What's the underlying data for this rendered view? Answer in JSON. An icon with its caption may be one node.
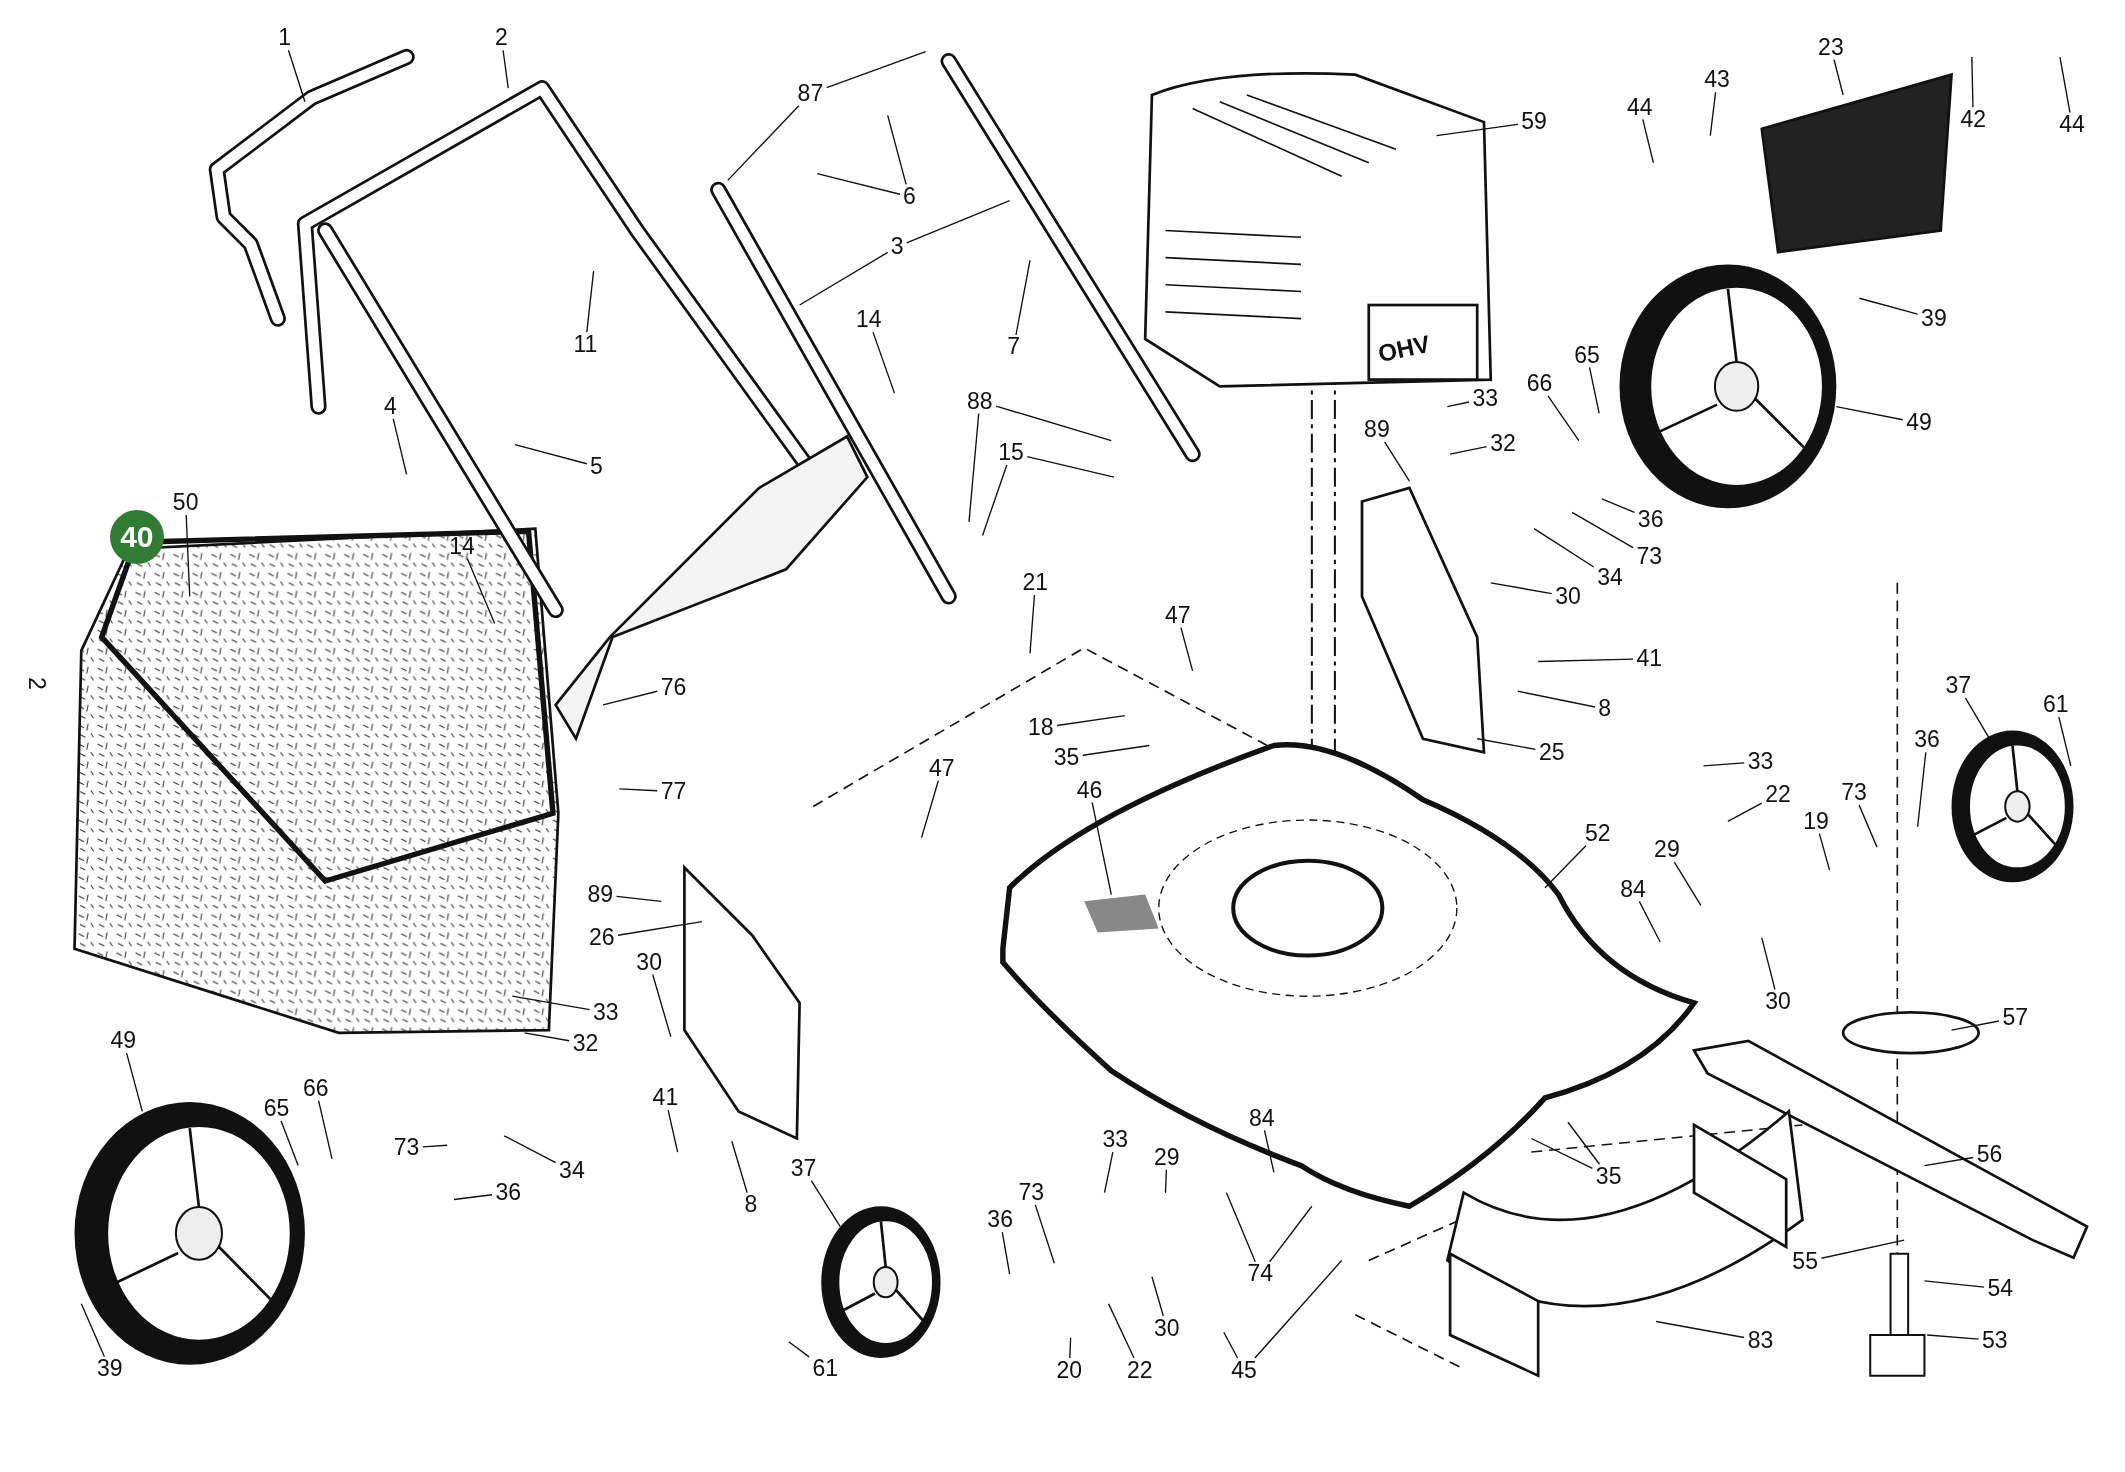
{
  "diagram": {
    "nodes": [
      {
        "text": [
          "1"
        ]
      },
      {
        "text": [
          "2"
        ]
      },
      {
        "text": [
          "87"
        ]
      },
      {
        "text": [
          "6"
        ]
      },
      {
        "text": [
          "3"
        ]
      },
      {
        "text": [
          "7"
        ]
      },
      {
        "text": [
          "11"
        ]
      },
      {
        "text": [
          "14"
        ]
      },
      {
        "text": [
          "4"
        ]
      },
      {
        "text": [
          "5"
        ]
      },
      {
        "text": [
          "88"
        ]
      },
      {
        "text": [
          "15"
        ]
      },
      {
        "text": [
          "50"
        ]
      },
      {
        "text": [
          "40"
        ]
      },
      {
        "text": [
          "14"
        ]
      },
      {
        "text": [
          "21"
        ]
      },
      {
        "text": [
          "47"
        ]
      },
      {
        "text": [
          "76"
        ]
      },
      {
        "text": [
          "18"
        ]
      },
      {
        "text": [
          "35"
        ]
      },
      {
        "text": [
          "47"
        ]
      },
      {
        "text": [
          "77"
        ]
      },
      {
        "text": [
          "46"
        ]
      },
      {
        "text": [
          "59"
        ]
      },
      {
        "text": [
          "44"
        ]
      },
      {
        "text": [
          "43"
        ]
      },
      {
        "text": [
          "23"
        ]
      },
      {
        "text": [
          "42"
        ]
      },
      {
        "text": [
          "44"
        ]
      },
      {
        "text": [
          "39"
        ]
      },
      {
        "text": [
          "65"
        ]
      },
      {
        "text": [
          "66"
        ]
      },
      {
        "text": [
          "33"
        ]
      },
      {
        "text": [
          "49"
        ]
      },
      {
        "text": [
          "89"
        ]
      },
      {
        "text": [
          "32"
        ]
      },
      {
        "text": [
          "36"
        ]
      },
      {
        "text": [
          "73"
        ]
      },
      {
        "text": [
          "34"
        ]
      },
      {
        "text": [
          "30"
        ]
      },
      {
        "text": [
          "41"
        ]
      },
      {
        "text": [
          "8"
        ]
      },
      {
        "text": [
          "25"
        ]
      },
      {
        "text": [
          "37"
        ]
      },
      {
        "text": [
          "61"
        ]
      },
      {
        "text": [
          "36"
        ]
      },
      {
        "text": [
          "33"
        ]
      },
      {
        "text": [
          "22"
        ]
      },
      {
        "text": [
          "73"
        ]
      },
      {
        "text": [
          "19"
        ]
      },
      {
        "text": [
          "52"
        ]
      },
      {
        "text": [
          "29"
        ]
      },
      {
        "text": [
          "84"
        ]
      },
      {
        "text": [
          "89"
        ]
      },
      {
        "text": [
          "26"
        ]
      },
      {
        "text": [
          "30"
        ]
      },
      {
        "text": [
          "30"
        ]
      },
      {
        "text": [
          "33"
        ]
      },
      {
        "text": [
          "57"
        ]
      },
      {
        "text": [
          "49"
        ]
      },
      {
        "text": [
          "32"
        ]
      },
      {
        "text": [
          "65"
        ]
      },
      {
        "text": [
          "66"
        ]
      },
      {
        "text": [
          "41"
        ]
      },
      {
        "text": [
          "33"
        ]
      },
      {
        "text": [
          "84"
        ]
      },
      {
        "text": [
          "73"
        ]
      },
      {
        "text": [
          "56"
        ]
      },
      {
        "text": [
          "29"
        ]
      },
      {
        "text": [
          "37"
        ]
      },
      {
        "text": [
          "34"
        ]
      },
      {
        "text": [
          "35"
        ]
      },
      {
        "text": [
          "36"
        ]
      },
      {
        "text": [
          "8"
        ]
      },
      {
        "text": [
          "73"
        ]
      },
      {
        "text": [
          "36"
        ]
      },
      {
        "text": [
          "55"
        ]
      },
      {
        "text": [
          "74"
        ]
      },
      {
        "text": [
          "54"
        ]
      },
      {
        "text": [
          "30"
        ]
      },
      {
        "text": [
          "53"
        ]
      },
      {
        "text": [
          "83"
        ]
      },
      {
        "text": [
          "39"
        ]
      },
      {
        "text": [
          "61"
        ]
      },
      {
        "text": [
          "20"
        ]
      },
      {
        "text": [
          "22"
        ]
      },
      {
        "text": [
          "45"
        ]
      }
    ],
    "edges": [
      {
        "from": 0,
        "to": null,
        "arrow": "none"
      },
      {
        "from": 1,
        "to": null,
        "arrow": "none"
      },
      {
        "from": 2,
        "to": null,
        "arrow": "none"
      },
      {
        "from": 2,
        "to": null,
        "arrow": "none"
      },
      {
        "from": 3,
        "to": null,
        "arrow": "none"
      },
      {
        "from": 3,
        "to": null,
        "arrow": "none"
      },
      {
        "from": 4,
        "to": null,
        "arrow": "none"
      },
      {
        "from": 4,
        "to": null,
        "arrow": "none"
      },
      {
        "from": 5,
        "to": null,
        "arrow": "none"
      },
      {
        "from": 6,
        "to": null,
        "arrow": "none"
      },
      {
        "from": 7,
        "to": null,
        "arrow": "none"
      },
      {
        "from": 8,
        "to": null,
        "arrow": "none"
      },
      {
        "from": 9,
        "to": null,
        "arrow": "none"
      },
      {
        "from": 10,
        "to": null,
        "arrow": "none"
      },
      {
        "from": 10,
        "to": null,
        "arrow": "none"
      },
      {
        "from": 11,
        "to": null,
        "arrow": "none"
      },
      {
        "from": 11,
        "to": null,
        "arrow": "none"
      },
      {
        "from": 12,
        "to": null,
        "arrow": "none"
      },
      {
        "from": 14,
        "to": null,
        "arrow": "none"
      },
      {
        "from": 15,
        "to": null,
        "arrow": "none"
      },
      {
        "from": 16,
        "to": null,
        "arrow": "none"
      },
      {
        "from": 17,
        "to": null,
        "arrow": "none"
      },
      {
        "from": 18,
        "to": null,
        "arrow": "none"
      },
      {
        "from": 19,
        "to": null,
        "arrow": "none"
      },
      {
        "from": 20,
        "to": null,
        "arrow": "none"
      },
      {
        "from": 21,
        "to": null,
        "arrow": "none"
      },
      {
        "from": 22,
        "to": null,
        "arrow": "none"
      },
      {
        "from": 23,
        "to": null,
        "arrow": "none"
      },
      {
        "from": 24,
        "to": null,
        "arrow": "none"
      },
      {
        "from": 25,
        "to": null,
        "arrow": "none"
      },
      {
        "from": 26,
        "to": null,
        "arrow": "none"
      },
      {
        "from": 27,
        "to": null,
        "arrow": "none"
      },
      {
        "from": 28,
        "to": null,
        "arrow": "none"
      },
      {
        "from": 29,
        "to": null,
        "arrow": "none"
      },
      {
        "from": 30,
        "to": null,
        "arrow": "none"
      },
      {
        "from": 31,
        "to": null,
        "arrow": "none"
      },
      {
        "from": 32,
        "to": null,
        "arrow": "none"
      },
      {
        "from": 33,
        "to": null,
        "arrow": "none"
      },
      {
        "from": 34,
        "to": null,
        "arrow": "none"
      },
      {
        "from": 35,
        "to": null,
        "arrow": "none"
      },
      {
        "from": 36,
        "to": null,
        "arrow": "none"
      },
      {
        "from": 37,
        "to": null,
        "arrow": "none"
      },
      {
        "from": 38,
        "to": null,
        "arrow": "none"
      },
      {
        "from": 39,
        "to": null,
        "arrow": "none"
      },
      {
        "from": 40,
        "to": null,
        "arrow": "none"
      },
      {
        "from": 41,
        "to": null,
        "arrow": "none"
      },
      {
        "from": 42,
        "to": null,
        "arrow": "none"
      },
      {
        "from": 43,
        "to": null,
        "arrow": "none"
      },
      {
        "from": 44,
        "to": null,
        "arrow": "none"
      },
      {
        "from": 45,
        "to": null,
        "arrow": "none"
      },
      {
        "from": 46,
        "to": null,
        "arrow": "none"
      },
      {
        "from": 47,
        "to": null,
        "arrow": "none"
      },
      {
        "from": 48,
        "to": null,
        "arrow": "none"
      },
      {
        "from": 49,
        "to": null,
        "arrow": "none"
      },
      {
        "from": 50,
        "to": null,
        "arrow": "none"
      },
      {
        "from": 51,
        "to": null,
        "arrow": "none"
      },
      {
        "from": 52,
        "to": null,
        "arrow": "none"
      },
      {
        "from": 53,
        "to": null,
        "arrow": "none"
      },
      {
        "from": 54,
        "to": null,
        "arrow": "none"
      },
      {
        "from": 55,
        "to": null,
        "arrow": "none"
      },
      {
        "from": 56,
        "to": null,
        "arrow": "none"
      },
      {
        "from": 57,
        "to": null,
        "arrow": "none"
      },
      {
        "from": 58,
        "to": null,
        "arrow": "none"
      },
      {
        "from": 59,
        "to": null,
        "arrow": "none"
      },
      {
        "from": 60,
        "to": null,
        "arrow": "none"
      },
      {
        "from": 61,
        "to": null,
        "arrow": "none"
      },
      {
        "from": 62,
        "to": null,
        "arrow": "none"
      },
      {
        "from": 63,
        "to": null,
        "arrow": "none"
      },
      {
        "from": 64,
        "to": null,
        "arrow": "none"
      },
      {
        "from": 65,
        "to": null,
        "arrow": "none"
      },
      {
        "from": 66,
        "to": null,
        "arrow": "none"
      },
      {
        "from": 67,
        "to": null,
        "arrow": "none"
      },
      {
        "from": 68,
        "to": null,
        "arrow": "none"
      },
      {
        "from": 69,
        "to": null,
        "arrow": "none"
      },
      {
        "from": 70,
        "to": null,
        "arrow": "none"
      },
      {
        "from": 71,
        "to": null,
        "arrow": "none"
      },
      {
        "from": 71,
        "to": null,
        "arrow": "none"
      },
      {
        "from": 72,
        "to": null,
        "arrow": "none"
      },
      {
        "from": 73,
        "to": null,
        "arrow": "none"
      },
      {
        "from": 74,
        "to": null,
        "arrow": "none"
      },
      {
        "from": 75,
        "to": null,
        "arrow": "none"
      },
      {
        "from": 76,
        "to": null,
        "arrow": "none"
      },
      {
        "from": 77,
        "to": null,
        "arrow": "none"
      },
      {
        "from": 77,
        "to": null,
        "arrow": "none"
      },
      {
        "from": 78,
        "to": null,
        "arrow": "none"
      },
      {
        "from": 79,
        "to": null,
        "arrow": "none"
      },
      {
        "from": 80,
        "to": null,
        "arrow": "none"
      },
      {
        "from": 81,
        "to": null,
        "arrow": "none"
      },
      {
        "from": 82,
        "to": null,
        "arrow": "none"
      },
      {
        "from": 83,
        "to": null,
        "arrow": "none"
      },
      {
        "from": 84,
        "to": null,
        "arrow": "none"
      },
      {
        "from": 85,
        "to": null,
        "arrow": "none"
      },
      {
        "from": 86,
        "to": null,
        "arrow": "none"
      },
      {
        "from": 86,
        "to": null,
        "arrow": "none"
      }
    ],
    "labels": [
      "2",
      "OHV"
    ]
  }
}
